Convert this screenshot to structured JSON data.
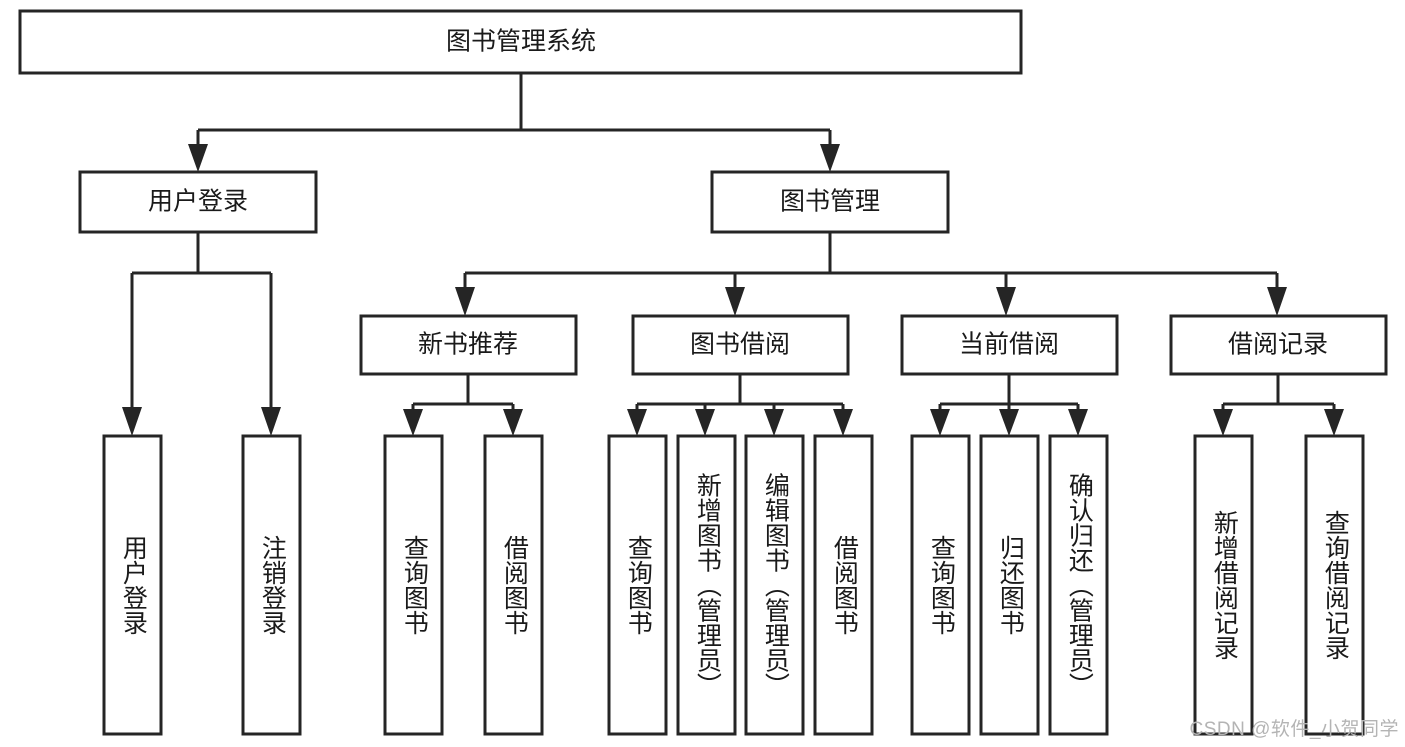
{
  "diagram": {
    "type": "hierarchy-tree",
    "title": "图书管理系统",
    "watermark": "CSDN @软件_小贺同学",
    "colors": {
      "stroke": "#252525",
      "fill": "#ffffff",
      "text": "#1a1a1a",
      "watermark": "#b4b4b4"
    },
    "root": {
      "label": "图书管理系统"
    },
    "level2": [
      {
        "label": "用户登录"
      },
      {
        "label": "图书管理"
      }
    ],
    "level3": [
      {
        "label": "新书推荐"
      },
      {
        "label": "图书借阅"
      },
      {
        "label": "当前借阅"
      },
      {
        "label": "借阅记录"
      }
    ],
    "leaves": {
      "user_login": [
        {
          "label": "用户登录"
        },
        {
          "label": "注销登录"
        }
      ],
      "new_book_recommend": [
        {
          "label": "查询图书"
        },
        {
          "label": "借阅图书"
        }
      ],
      "book_borrow": [
        {
          "label": "查询图书"
        },
        {
          "label": "新增图书（管理员）"
        },
        {
          "label": "编辑图书（管理员）"
        },
        {
          "label": "借阅图书"
        }
      ],
      "current_borrow": [
        {
          "label": "查询图书"
        },
        {
          "label": "归还图书"
        },
        {
          "label": "确认归还（管理员）"
        }
      ],
      "borrow_records": [
        {
          "label": "新增借阅记录"
        },
        {
          "label": "查询借阅记录"
        }
      ]
    }
  }
}
